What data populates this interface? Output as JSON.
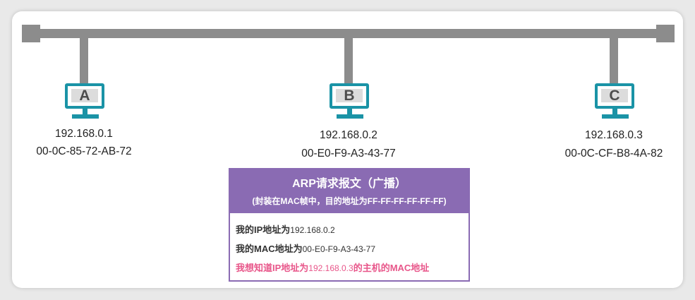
{
  "hosts": [
    {
      "label": "A",
      "ip": "192.168.0.1",
      "mac": "00-0C-85-72-AB-72"
    },
    {
      "label": "B",
      "ip": "192.168.0.2",
      "mac": "00-E0-F9-A3-43-77"
    },
    {
      "label": "C",
      "ip": "192.168.0.3",
      "mac": "00-0C-CF-B8-4A-82"
    }
  ],
  "arp": {
    "title": "ARP请求报文（广播）",
    "subtitle": "(封装在MAC帧中，目的地址为FF-FF-FF-FF-FF-FF)",
    "line1_label": "我的IP地址为",
    "line1_value": "192.168.0.2",
    "line2_label": "我的MAC地址为",
    "line2_value": "00-E0-F9-A3-43-77",
    "line3_pre": "我想知道IP地址为",
    "line3_value": "192.168.0.3",
    "line3_post": "的主机的MAC地址"
  },
  "colors": {
    "bus": "#8c8c8c",
    "host_accent": "#1a93a6",
    "box_accent": "#8a6bb3",
    "highlight_text": "#e8568a"
  }
}
